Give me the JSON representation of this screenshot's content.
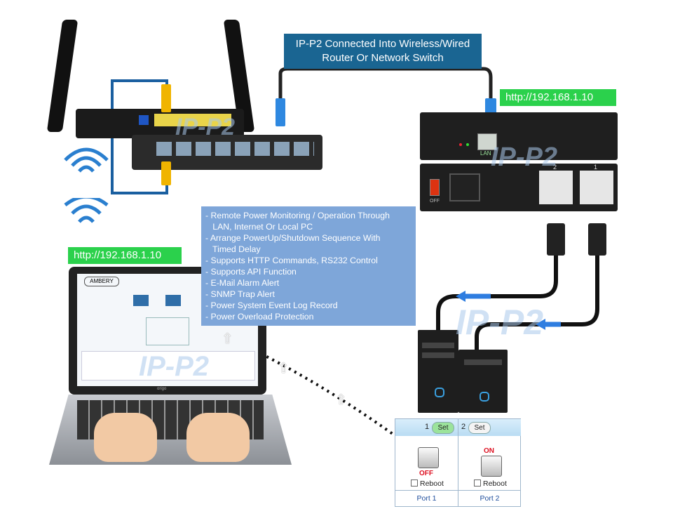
{
  "banner": {
    "line1": "IP-P2 Connected Into Wireless/Wired",
    "line2": "Router Or Network Switch"
  },
  "ip_device": "http://192.168.1.10",
  "ip_laptop": "http://192.168.1.10",
  "features": [
    "- Remote Power Monitoring / Operation Through",
    "   LAN, Internet Or Local PC",
    "- Arrange PowerUp/Shutdown Sequence With",
    "   Timed Delay",
    "- Supports HTTP Commands, RS232 Control",
    "- Supports API Function",
    "- E-Mail Alarm Alert",
    "- SNMP Trap Alert",
    "- Power System Event Log Record",
    "- Power Overload Protection"
  ],
  "watermark": "IP-P2",
  "pdu": {
    "lan_label": "LAN",
    "outlet_1": "1",
    "outlet_2": "2",
    "switch_label": "OFF"
  },
  "laptop": {
    "brand": "AMBERY",
    "bezel_brand": "origo"
  },
  "ports": [
    {
      "number": "1",
      "set_label": "Set",
      "state": "OFF",
      "reboot_label": "Reboot",
      "footer": "Port 1"
    },
    {
      "number": "2",
      "set_label": "Set",
      "state": "ON",
      "reboot_label": "Reboot",
      "footer": "Port 2"
    }
  ],
  "colors": {
    "banner": "#1a6592",
    "ip_tag": "#2bd14c",
    "features_bg": "#7ea6d9",
    "port_on_set": "#9be39b"
  }
}
